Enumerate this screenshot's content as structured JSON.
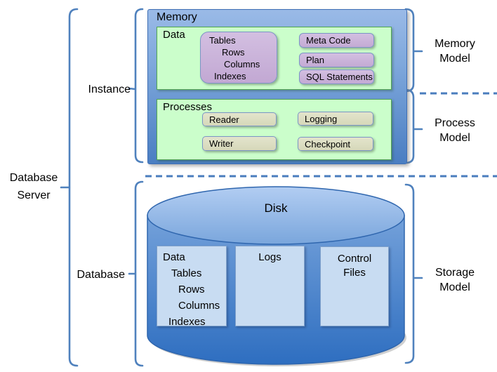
{
  "palette": {
    "bracket_blue": "#4F81BD",
    "memory_box_top": "#9ABAE7",
    "memory_box_bottom": "#4A7EC2",
    "green_fill": "#CBFECB",
    "green_border": "#53A553",
    "purple_fill": "#C9B3D8",
    "chip_border": "#7C95C6",
    "beige_fill": "#DBDDC1",
    "cylinder_top": "#AFCBF1",
    "cylinder_bottom": "#2E6EC0",
    "disk_box_fill": "#C8DCF2",
    "text": "#000000"
  },
  "left_labels": {
    "server_line1": "Database",
    "server_line2": "Server",
    "instance": "Instance",
    "database": "Database"
  },
  "right_labels": {
    "memory_line1": "Memory",
    "memory_line2": "Model",
    "process_line1": "Process",
    "process_line2": "Model",
    "storage_line1": "Storage",
    "storage_line2": "Model"
  },
  "memory": {
    "title": "Memory",
    "data": {
      "title": "Data",
      "stack": [
        "Tables",
        "Rows",
        "Columns",
        "Indexes"
      ],
      "chips": [
        "Meta Code",
        "Plan",
        "SQL Statements"
      ]
    },
    "processes": {
      "title": "Processes",
      "col1": [
        "Reader",
        "Writer"
      ],
      "col2": [
        "Logging",
        "Checkpoint"
      ]
    }
  },
  "disk": {
    "title": "Disk",
    "data_box": [
      "Data",
      "Tables",
      "Rows",
      "Columns",
      "Indexes"
    ],
    "logs": "Logs",
    "control_line1": "Control",
    "control_line2": "Files"
  }
}
